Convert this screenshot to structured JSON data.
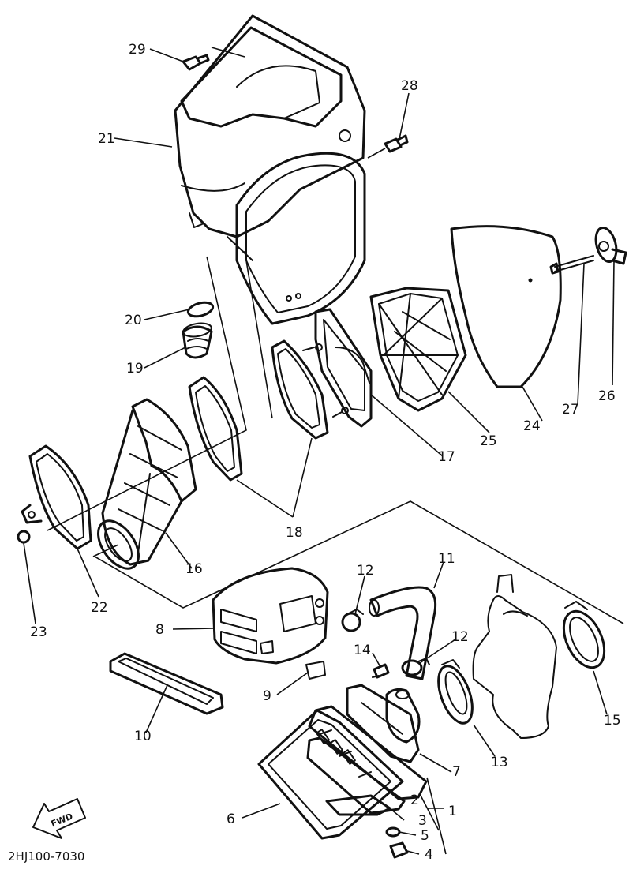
{
  "diagram": {
    "drawing_code": "2HJ100-7030",
    "direction_label": "FWD",
    "callouts": [
      "29",
      "21",
      "28",
      "20",
      "19",
      "24",
      "27",
      "26",
      "25",
      "17",
      "18",
      "16",
      "22",
      "23",
      "11",
      "12",
      "8",
      "14",
      "12",
      "9",
      "10",
      "15",
      "13",
      "7",
      "2",
      "3",
      "1",
      "5",
      "4",
      "6"
    ]
  }
}
